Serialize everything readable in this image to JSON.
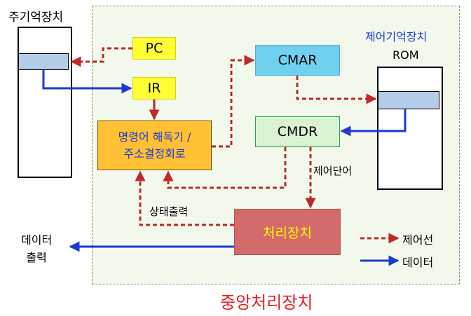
{
  "main_memory": {
    "label": "주기억장치"
  },
  "control_memory": {
    "title": "제어기억장치",
    "subtitle": "ROM"
  },
  "registers": {
    "pc": "PC",
    "ir": "IR",
    "cmar": "CMAR",
    "cmdr": "CMDR"
  },
  "decoder": {
    "line1": "명령어 해독기 /",
    "line2": "주소결정회로"
  },
  "processor": {
    "label": "처리장치"
  },
  "signals": {
    "control_word": "제어단어",
    "status_output": "상태출력",
    "data_output": "데이터\n출력"
  },
  "legend": {
    "control_line": "제어선",
    "data": "데이터"
  },
  "cpu_label": "중앙처리장치",
  "colors": {
    "control_line": "#c0282a",
    "data_line": "#1c39d6",
    "register_yellow": "#ffff33",
    "cmar_fill": "#6fd1ef",
    "cmdr_fill": "#d8f2d2",
    "decoder_fill": "#ffc033",
    "processor_fill": "#d46b6b",
    "cpu_background": "#f3f8ec",
    "title_red": "#ea1c24"
  }
}
